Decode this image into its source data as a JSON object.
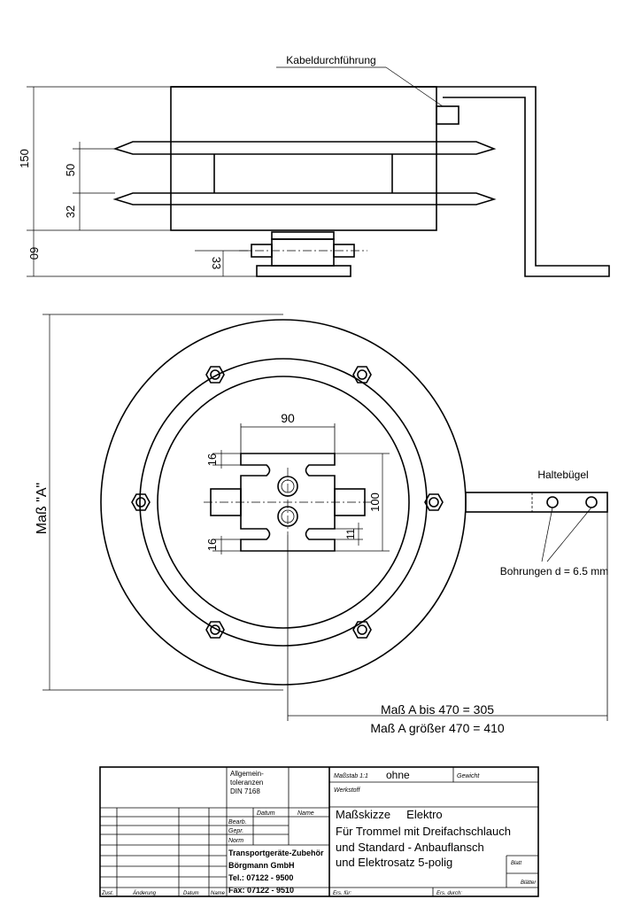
{
  "side_view": {
    "label_cable": "Kabeldurchführung",
    "dim_150": "150",
    "dim_50": "50",
    "dim_32": "32",
    "dim_60": "60",
    "dim_33": "33"
  },
  "top_view": {
    "dim_90": "90",
    "dim_16_top": "16",
    "dim_16_bottom": "16",
    "dim_100": "100",
    "dim_11": "11",
    "label_mass_a": "Maß \"A\"",
    "label_bracket": "Haltebügel",
    "label_holes": "Bohrungen d = 6.5 mm",
    "note_line_1": "Maß A bis 470 = 305",
    "note_line_2": "Maß A größer 470 = 410"
  },
  "title_block": {
    "tolerances_1": "Allgemein-",
    "tolerances_2": "toleranzen",
    "tolerances_3": "DIN 7168",
    "scale_label": "Maßstab 1:1",
    "scale_value": "ohne",
    "weight_label": "Gewicht",
    "material_label": "Werkstoff",
    "col_datum": "Datum",
    "col_name": "Name",
    "row_bearb": "Bearb.",
    "row_gepr": "Gepr.",
    "row_norm": "Norm",
    "company_1": "Transportgeräte-Zubehör",
    "company_2": "Börgmann GmbH",
    "company_3": "Tel.: 07122 - 9500",
    "company_4": "Fax: 07122 - 9510",
    "title_1": "Maßskizze     Elektro",
    "title_2": "Für Trommel mit Dreifachschlauch",
    "title_3": "und Standard - Anbauflansch",
    "title_4": "und Elektrosatz 5-polig",
    "blatt": "Blatt",
    "blaetter": "Blätter",
    "zust": "Zust.",
    "aenderung": "Änderung",
    "datum": "Datum",
    "name": "Name",
    "ers_fuer": "Ers. für:",
    "ers_durch": "Ers. durch:"
  }
}
